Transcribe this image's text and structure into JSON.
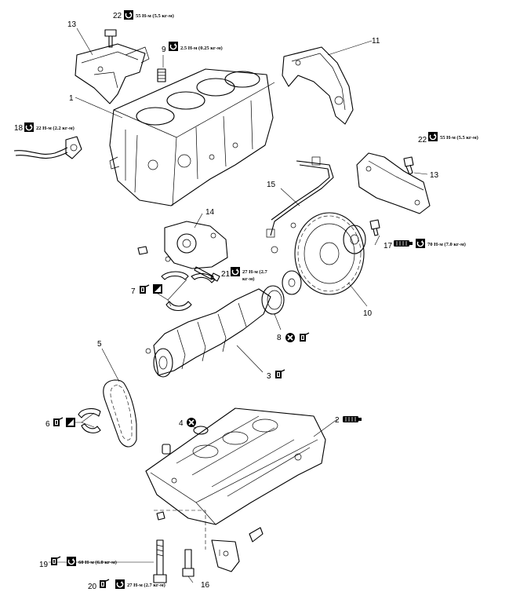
{
  "callouts": {
    "c1": {
      "number": "1"
    },
    "c2": {
      "number": "2"
    },
    "c3": {
      "number": "3"
    },
    "c4": {
      "number": "4"
    },
    "c5": {
      "number": "5"
    },
    "c6": {
      "number": "6"
    },
    "c7": {
      "number": "7"
    },
    "c8": {
      "number": "8"
    },
    "c9": {
      "number": "9",
      "torque": "2.5 Н-м (0.25 кг-м)"
    },
    "c10": {
      "number": "10"
    },
    "c11": {
      "number": "11"
    },
    "c13a": {
      "number": "13"
    },
    "c13b": {
      "number": "13"
    },
    "c14": {
      "number": "14"
    },
    "c15": {
      "number": "15"
    },
    "c16": {
      "number": "16"
    },
    "c17": {
      "number": "17",
      "torque": "70 Н-м (7.0 кг-м)"
    },
    "c18": {
      "number": "18",
      "torque": "22 Н-м (2.2 кг-м)"
    },
    "c19": {
      "number": "19",
      "torque": "60 Н-м (6.0 кг-м)"
    },
    "c20": {
      "number": "20",
      "torque": "27 Н-м (2.7 кг-м)"
    },
    "c21": {
      "number": "21",
      "torque_line1": "27 Н-м (2.7",
      "torque_line2": "кг-м)"
    },
    "c22a": {
      "number": "22",
      "torque": "55 Н-м (5.5 кг-м)"
    },
    "c22b": {
      "number": "22",
      "torque": "55 Н-м (5.5 кг-м)"
    }
  },
  "icons": [
    "torque-wrench-icon",
    "oil-can-icon",
    "grease-icon",
    "replace-part-icon",
    "sealant-tube-icon"
  ]
}
